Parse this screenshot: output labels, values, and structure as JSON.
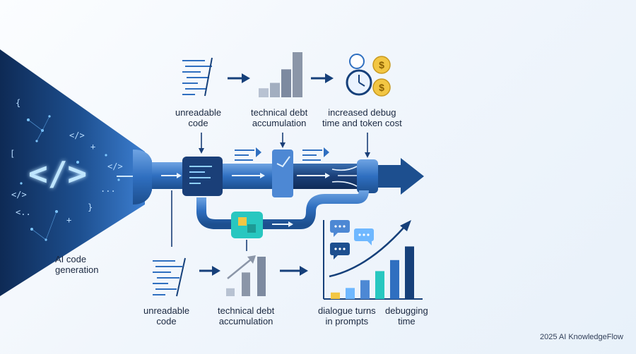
{
  "labels": {
    "ai_generation": [
      "AI code",
      "generation"
    ],
    "top_unreadable": [
      "unreadable",
      "code"
    ],
    "top_debt": [
      "technical debt",
      "accumulation"
    ],
    "top_cost": [
      "increased debug",
      "time and token cost"
    ],
    "bottom_unreadable": [
      "unreadable",
      "code"
    ],
    "bottom_debt": [
      "technical debt",
      "accumulation"
    ],
    "dialogue": [
      "dialogue turns",
      "in prompts"
    ],
    "debugging": [
      "debugging",
      "time"
    ]
  },
  "code_glyphs": [
    "{",
    "</>",
    "+",
    "[",
    "</>",
    "</>",
    "...",
    "}",
    "<..",
    "+"
  ],
  "main_code_glyph": "</>",
  "coin_symbol": "$",
  "footer": "2025 AI KnowledgeFlow",
  "colors": {
    "dark_blue": "#16407a",
    "mid_blue": "#2f6fc0",
    "light_blue": "#6fa4e3",
    "teal": "#28c7c0",
    "gold": "#f2c643",
    "gray": "#8b96a8"
  },
  "icons": [
    "code-lines-icon",
    "bar-stack-icon",
    "clock-icon",
    "coin-icon",
    "chat-bubble-icon",
    "growth-chart-icon",
    "pipe-icon",
    "arrow-icon"
  ],
  "growth_chart": {
    "bar_levels": [
      0.1,
      0.17,
      0.29,
      0.43,
      0.6,
      0.81
    ]
  },
  "debt_bars_top": {
    "bar_levels": [
      0.2,
      0.32,
      0.62,
      1.0
    ]
  },
  "debt_bars_bottom": {
    "bar_levels": [
      0.2,
      0.6,
      1.0
    ]
  }
}
